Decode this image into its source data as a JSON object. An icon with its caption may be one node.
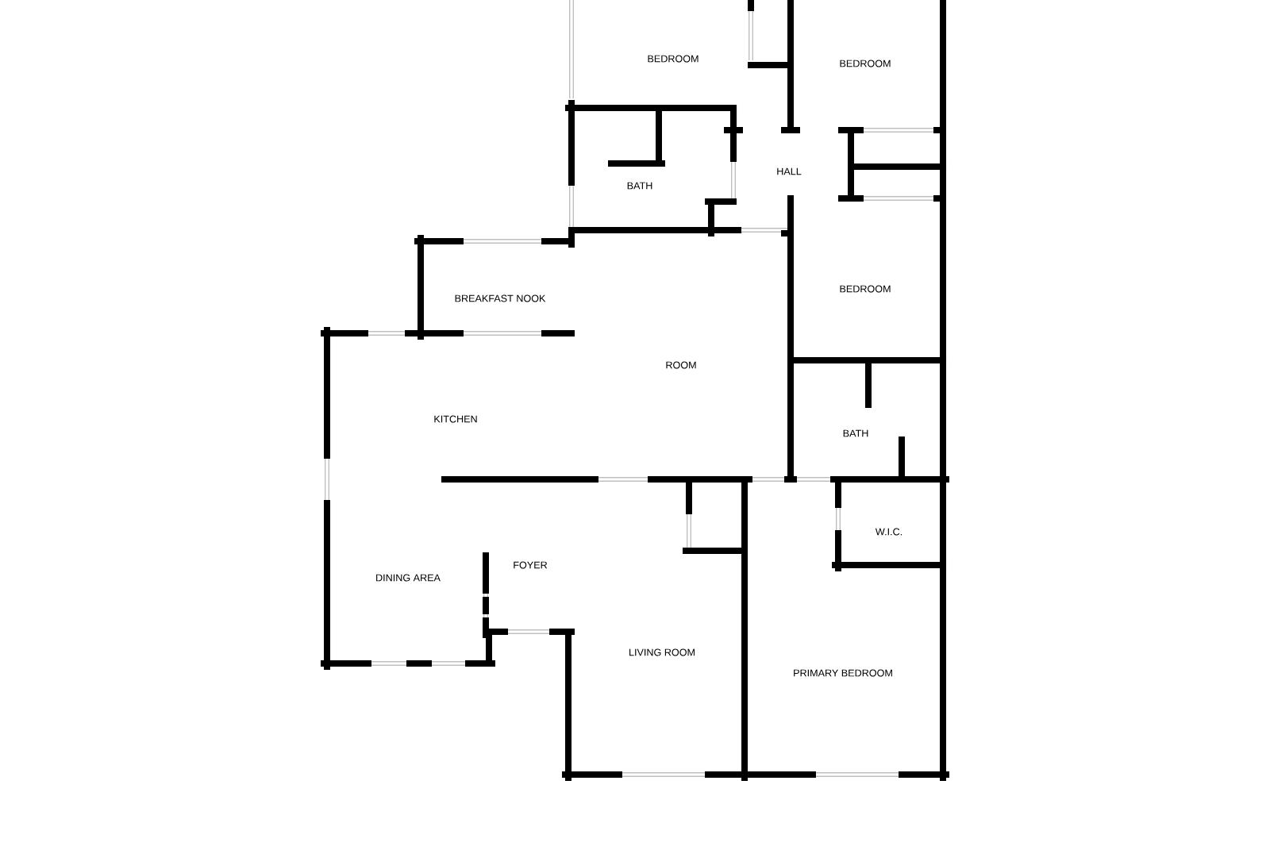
{
  "diagram": {
    "labels": [
      "BEDROOM",
      "BEDROOM",
      "BATH",
      "HALL",
      "BREAKFAST NOOK",
      "BEDROOM",
      "ROOM",
      "KITCHEN",
      "BATH",
      "W.I.C.",
      "DINING AREA",
      "FOYER",
      "LIVING ROOM",
      "PRIMARY BEDROOM"
    ]
  }
}
